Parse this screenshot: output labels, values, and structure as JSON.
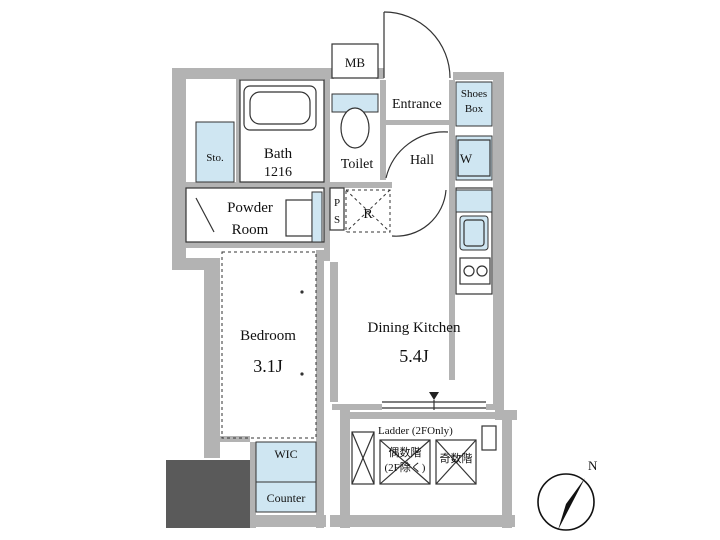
{
  "rooms": {
    "mb": "MB",
    "entrance": "Entrance",
    "shoes_box_line1": "Shoes",
    "shoes_box_line2": "Box",
    "bath": "Bath",
    "bath_size": "1216",
    "sto": "Sto.",
    "toilet": "Toilet",
    "hall": "Hall",
    "w": "W",
    "powder_line1": "Powder",
    "powder_line2": "Room",
    "ps_line1": "P",
    "ps_line2": "S",
    "r": "R",
    "bedroom": "Bedroom",
    "bedroom_size": "3.1J",
    "dining_kitchen": "Dining Kitchen",
    "dining_kitchen_size": "5.4J",
    "ladder": "Ladder (2FOnly)",
    "even_floors_line1": "偶数階",
    "even_floors_line2": "(2F除く)",
    "odd_floors": "奇数階",
    "wic": "WIC",
    "counter": "Counter",
    "compass_n": "N"
  },
  "colors": {
    "wall": "#b3b3b3",
    "wall_dark": "#5a5a5a",
    "fixture_blue": "#cfe6f2"
  }
}
